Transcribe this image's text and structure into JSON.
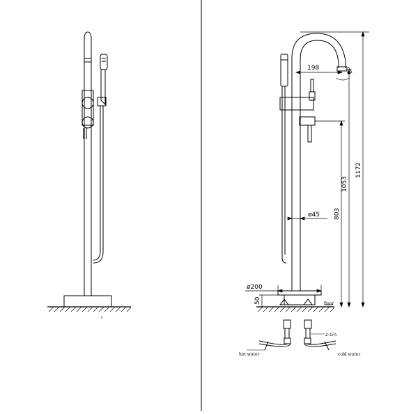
{
  "dimensions": {
    "overall_height": "1172",
    "spout_height": "1053",
    "lever_height": "803",
    "spout_reach": "198",
    "pipe_diameter": "ø45",
    "base_diameter": "ø200",
    "base_height": "50"
  },
  "labels": {
    "floor": "floor",
    "hot_water": "hot water",
    "cold_water": "cold water",
    "thread": "2-G½"
  }
}
